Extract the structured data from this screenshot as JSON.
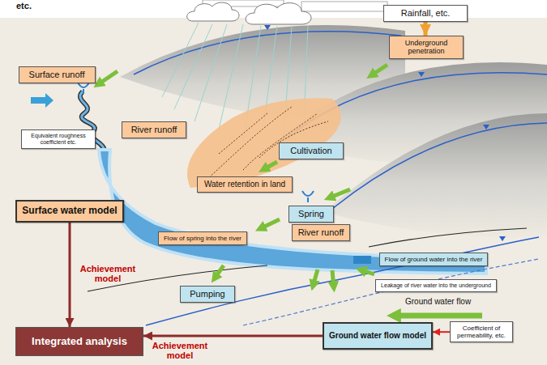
{
  "diagram": {
    "nodes": [
      {
        "text": [
          "Rainfall, etc."
        ]
      },
      {
        "text": [
          "Underground penetration"
        ]
      },
      {
        "text": [
          "Surface runoff"
        ]
      },
      {
        "text": [
          "River runoff"
        ]
      },
      {
        "text": [
          "Equivalent roughness coefficient etc."
        ]
      },
      {
        "text": [
          "Cultivation"
        ]
      },
      {
        "text": [
          "Water retention in land"
        ]
      },
      {
        "text": [
          "Spring"
        ]
      },
      {
        "text": [
          "Surface water model"
        ]
      },
      {
        "text": [
          "Flow of spring into the river"
        ]
      },
      {
        "text": [
          "River runoff"
        ]
      },
      {
        "text": [
          "Flow of ground water into the river"
        ]
      },
      {
        "text": [
          "Pumping"
        ]
      },
      {
        "text": [
          "Leakage of river water into the underground"
        ]
      },
      {
        "text": [
          "Integrated analysis"
        ]
      },
      {
        "text": [
          "Ground water flow model"
        ]
      },
      {
        "text": [
          "Coefficient of permeability, etc."
        ]
      }
    ],
    "edges": [
      {
        "from": 0,
        "to": 1,
        "arrow": "to"
      },
      {
        "from": 8,
        "to": 14,
        "arrow": "to",
        "label": "Achievement model"
      },
      {
        "from": 15,
        "to": 14,
        "arrow": "to",
        "label": "Achievement model"
      },
      {
        "from": 16,
        "to": 15,
        "arrow": "to"
      }
    ],
    "labels": [
      "etc.",
      "Ground water flow"
    ]
  }
}
